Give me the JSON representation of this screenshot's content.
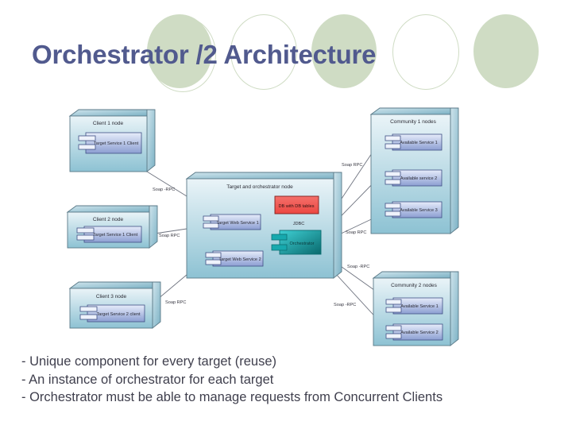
{
  "slide": {
    "title": "Orchestrator /2 Architecture",
    "title_color": "#515a8e",
    "deco_color": "#cfdcc4",
    "background": "#ffffff"
  },
  "diagram": {
    "type": "uml-deployment-diagram",
    "nodes": {
      "client1": {
        "label": "Client 1 node",
        "component": "Target Service 1 Client"
      },
      "client2": {
        "label": "Client 2 node",
        "component": "Target Service 1 Client"
      },
      "client3": {
        "label": "Client 3 node",
        "component": "Target Service 2 client"
      },
      "center": {
        "label": "Target and orchestrator node"
      },
      "community1": {
        "label": "Community 1 nodes"
      },
      "community2": {
        "label": "Community 2 nodes"
      }
    },
    "components": {
      "target_ws_1": "Target Web Service 1",
      "target_ws_2": "Target Web Service 2",
      "orchestrator": "Orchestrator",
      "database": "DB with DB tables",
      "c1_service1": "Available Service 1",
      "c1_service2": "Available service 2",
      "c1_service3": "Available Service 3",
      "c2_service1": "Available Service 1",
      "c2_service2": "Available Service 2"
    },
    "connector_labels": {
      "c1_to_center": "Soap -RPC",
      "c2_to_center": "Soap  RPC",
      "c3_to_center": "Soap  RPC",
      "db_link": "JDBC",
      "orch_to_c1_a": "Soap  RPC",
      "orch_to_c1_b": "Soap  RPC",
      "orch_to_c2_a": "Soap -RPC",
      "orch_to_c2_b": "Soap -RPC"
    },
    "colors": {
      "node_fill_top": "#e3f0f5",
      "node_fill_bottom": "#8fc3d4",
      "node_stroke": "#5b7a88",
      "component_fill_top": "#dfe8f7",
      "component_fill_bottom": "#8b9cd0",
      "component_stroke": "#3f4f84",
      "orchestrator_fill": "#1fb8bd",
      "orchestrator_stroke": "#0c6e72",
      "database_fill": "#f0504a",
      "database_stroke": "#7d1f1c",
      "connector_stroke": "#6f7480"
    }
  },
  "bullets": [
    "- Unique component for every target (reuse)",
    "- An instance of orchestrator for each target",
    "- Orchestrator must be able to manage requests from Concurrent Clients"
  ]
}
